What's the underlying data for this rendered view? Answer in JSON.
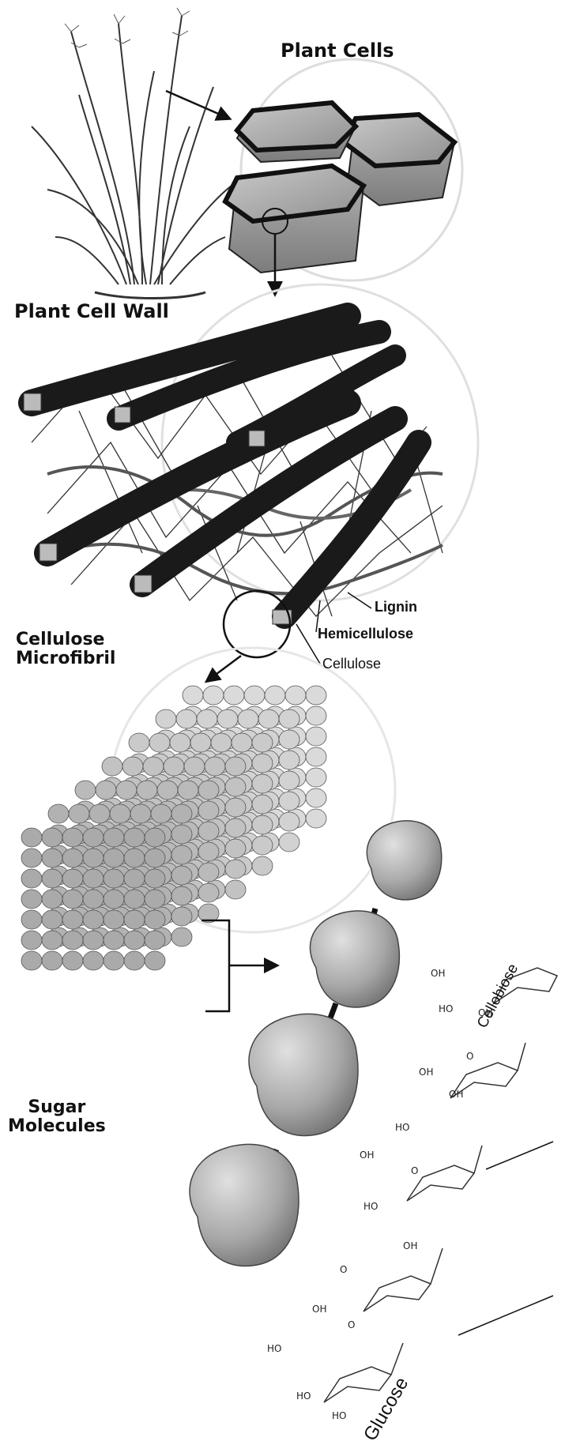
{
  "labels": {
    "plant_cells": "Plant Cells",
    "plant_cell_wall": "Plant Cell Wall",
    "cellulose_microfibril": "Cellulose\nMicrofibril",
    "cellulose_microfibril_line1": "Cellulose",
    "cellulose_microfibril_line2": "Microfibril",
    "lignin": "Lignin",
    "hemicellulose": "Hemicellulose",
    "cellulose": "Cellulose",
    "sugar_molecules_line1": "Sugar",
    "sugar_molecules_line2": "Molecules",
    "cellobiose": "Cellobiose",
    "glucose": "Glucose"
  },
  "chem": {
    "oh": "OH",
    "ho": "HO",
    "o": "O"
  },
  "colors": {
    "ink": "#111111",
    "wall_dark": "#1c1c1c",
    "cell_gray": "#9a9a9a",
    "sugar_gray": "#a3a3a3"
  }
}
